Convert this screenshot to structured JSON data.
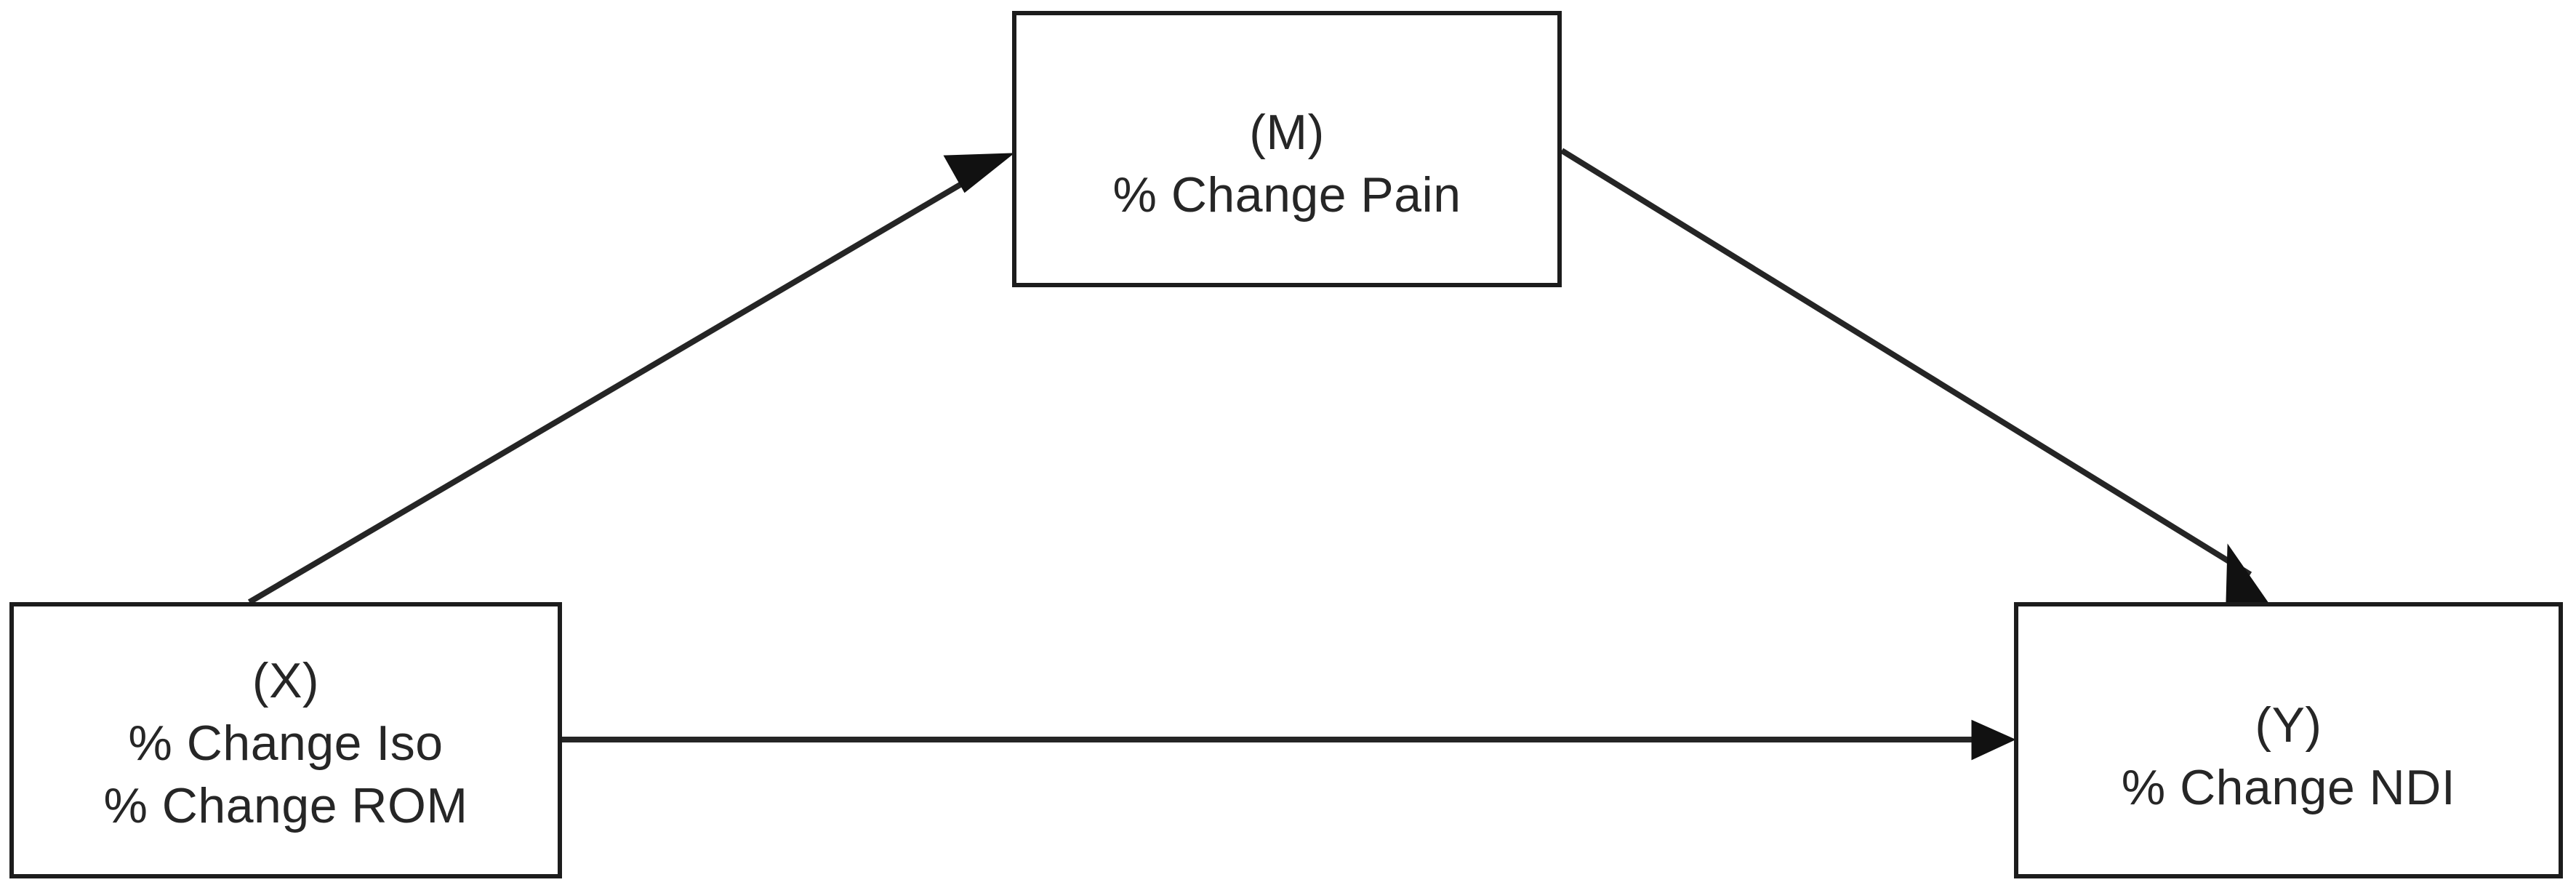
{
  "diagram": {
    "type": "mediation-model",
    "background_color": "#ffffff",
    "line_color": "#1c1c1c",
    "text_color": "#262626",
    "nodes": [
      {
        "id": "M",
        "role": "mediator",
        "tag": "(M)",
        "lines": [
          "(M)",
          "% Change Pain"
        ],
        "label": "% Change Pain"
      },
      {
        "id": "X",
        "role": "independent",
        "tag": "(X)",
        "lines": [
          "(X)",
          "% Change Iso",
          "% Change ROM"
        ],
        "label": "% Change Iso / % Change ROM"
      },
      {
        "id": "Y",
        "role": "dependent",
        "tag": "(Y)",
        "lines": [
          "(Y)",
          "% Change NDI"
        ],
        "label": "% Change NDI"
      }
    ],
    "edges": [
      {
        "id": "x-to-m",
        "from": "X",
        "to": "M",
        "label": "",
        "arrow": "end"
      },
      {
        "id": "m-to-y",
        "from": "M",
        "to": "Y",
        "label": "",
        "arrow": "end"
      },
      {
        "id": "x-to-y",
        "from": "X",
        "to": "Y",
        "label": "",
        "arrow": "end"
      }
    ]
  }
}
